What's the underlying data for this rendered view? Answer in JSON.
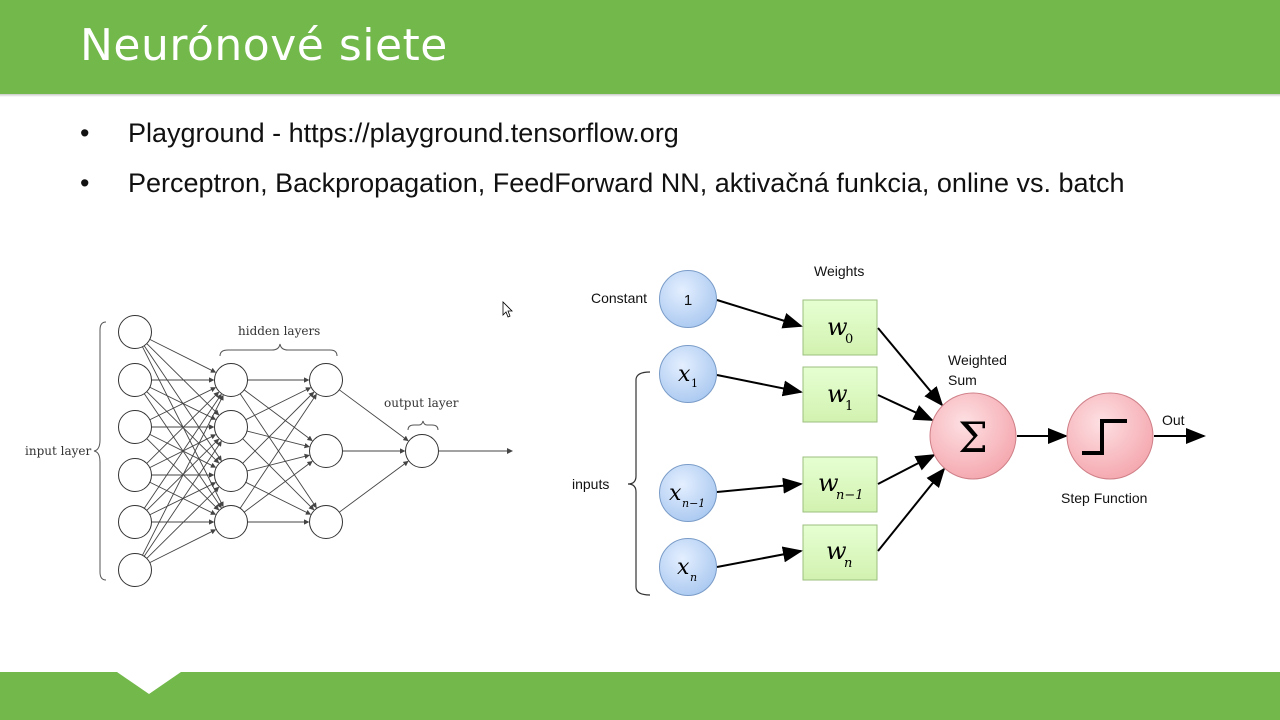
{
  "slide": {
    "title": "Neurónové siete",
    "bullets": [
      {
        "symbol": "•",
        "text": "Playground - https://playground.tensorflow.org"
      },
      {
        "symbol": "•",
        "text": "Perceptron, Backpropagation, FeedForward NN, aktivačná funkcia, online vs. batch"
      }
    ]
  },
  "nn_diagram": {
    "input_label": "input layer",
    "hidden_label": "hidden layers",
    "output_label": "output layer"
  },
  "perceptron": {
    "weights_label": "Weights",
    "constant_label": "Constant",
    "constant_value": "1",
    "inputs_label": "inputs",
    "weighted_sum_label_1": "Weighted",
    "weighted_sum_label_2": "Sum",
    "sum_symbol": "Σ",
    "step_label": "Step Function",
    "out_label": "Out",
    "x_symbol": "x",
    "w_symbol": "w",
    "sub_1": "1",
    "sub_n_minus_1": "n−1",
    "sub_n": "n",
    "sub_0": "0"
  },
  "colors": {
    "header": "#72b84a",
    "node_blue": "#a9c8f0",
    "weight_green": "#d2f2b0",
    "sum_red": "#f4a6ad"
  }
}
